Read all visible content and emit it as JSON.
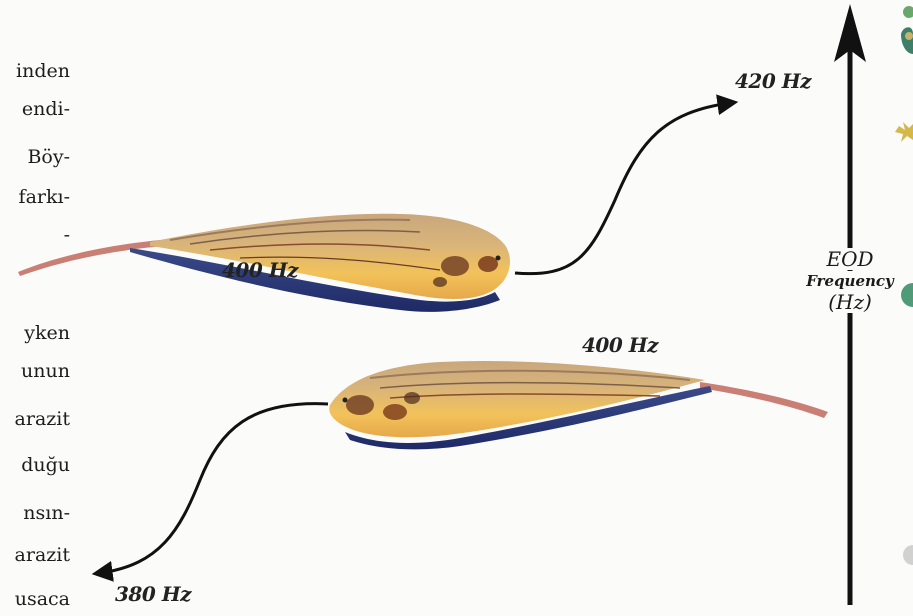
{
  "paragraph_lines_top": [
    "inden",
    "endi-",
    "Böy-",
    "farkı-",
    "-"
  ],
  "paragraph_lines_bottom": [
    "yken",
    "unun",
    "arazit",
    "duğu",
    "nsın-",
    "arazit",
    "usaca"
  ],
  "labels": {
    "fish_top_freq": "400 Hz",
    "fish_bottom_freq": "400 Hz",
    "freq_up": "420 Hz",
    "freq_down": "380 Hz"
  },
  "axis": {
    "line1": "EOD",
    "line2": "Frequency",
    "line3": "(Hz)"
  },
  "colors": {
    "fish_body": "#f2c25a",
    "fish_dorsal_stripe": "#a07c5c",
    "fish_belly": "#2d3a78",
    "fish_tail": "#c97f74",
    "arrow": "#111111",
    "background": "#fbfbfa"
  },
  "icons": [
    "bird-partial-icon",
    "star-partial-icon",
    "circle-partial-icon",
    "circle-partial-icon"
  ]
}
